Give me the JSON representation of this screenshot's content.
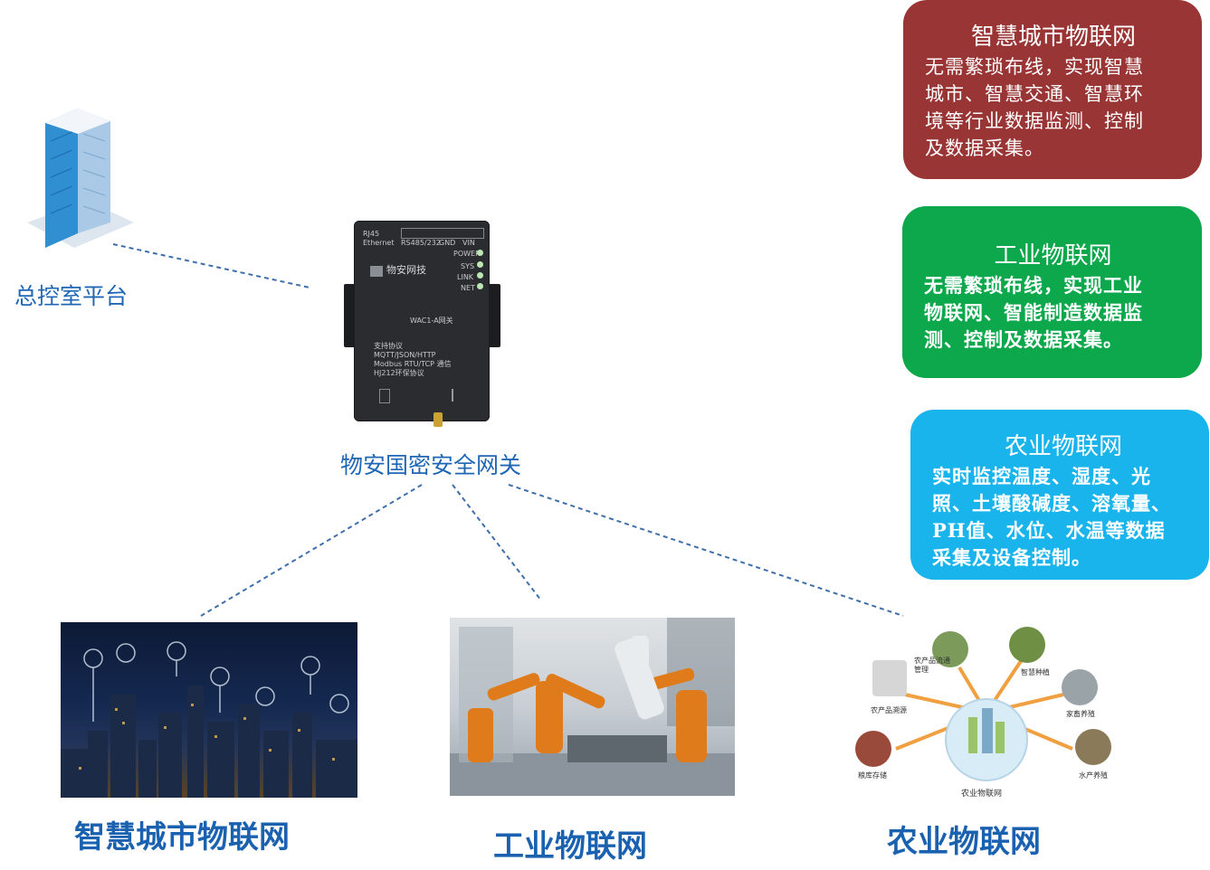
{
  "control_room": {
    "label": "总控室平台",
    "icon": "office-building-icon"
  },
  "gateway": {
    "label": "物安国密安全网关",
    "device": {
      "brand": "物安网技",
      "model": "WAC1-A网关",
      "protocols": [
        "支持协议",
        "MQTT/JSON/HTTP",
        "Modbus RTU/TCP 通信",
        "HJ212环保协议"
      ],
      "port_labels": [
        "RJ45",
        "Ethernet",
        "RS485/232",
        "GND",
        "VIN"
      ],
      "indicators": [
        "POWER",
        "SYS",
        "LINK",
        "NET"
      ]
    }
  },
  "info_boxes": {
    "city": {
      "title": "智慧城市物联网",
      "lines": [
        "无需繁琐布线，实现智慧",
        "城市、智慧交通、智慧环",
        "境等行业数据监测、控制",
        "及数据采集。"
      ],
      "color": "#9a3535"
    },
    "industry": {
      "title": "工业物联网",
      "lines": [
        "无需繁琐布线，实现工业",
        "物联网、智能制造数据监",
        "测、控制及数据采集。"
      ],
      "color": "#0da84b"
    },
    "agriculture": {
      "title": "农业物联网",
      "lines": [
        "实时监控温度、湿度、光",
        "照、土壤酸碱度、溶氧量、",
        "PH值、水位、水温等数据",
        "采集及设备控制。"
      ],
      "color": "#1ab4ec"
    }
  },
  "scenes": {
    "city": {
      "title": "智慧城市物联网"
    },
    "industry": {
      "title": "工业物联网"
    },
    "agriculture": {
      "title": "农业物联网",
      "center_label": "农业物联网",
      "nodes": [
        "农产品流通管理",
        "智慧种植",
        "家畜养殖",
        "水产养殖",
        "粮库存储",
        "农产品溯源"
      ]
    }
  },
  "colors": {
    "label_blue": "#1f67b5",
    "connector": "#3f6faa"
  }
}
